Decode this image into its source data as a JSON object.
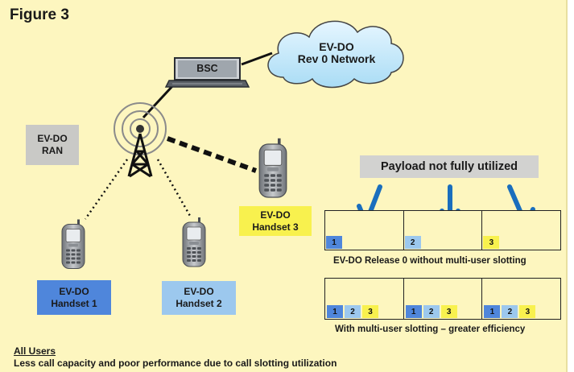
{
  "figure_title": "Figure 3",
  "network": {
    "line1": "EV-DO",
    "line2": "Rev 0 Network"
  },
  "bsc_label": "BSC",
  "ran": {
    "line1": "EV-DO",
    "line2": "RAN"
  },
  "handsets": [
    {
      "line1": "EV-DO",
      "line2": "Handset 1",
      "color": "#4f86db"
    },
    {
      "line1": "EV-DO",
      "line2": "Handset 2",
      "color": "#9cc8ee"
    },
    {
      "line1": "EV-DO",
      "line2": "Handset 3",
      "color": "#f8f14e"
    }
  ],
  "payload_label": "Payload not fully utilized",
  "release0": {
    "caption": "EV-DO Release 0 without multi-user slotting",
    "slots": [
      [
        "1"
      ],
      [
        "2"
      ],
      [
        "3"
      ]
    ]
  },
  "multiuser": {
    "caption": "With multi-user slotting – greater efficiency",
    "slots": [
      [
        "1",
        "2",
        "3"
      ],
      [
        "1",
        "2",
        "3"
      ],
      [
        "1",
        "2",
        "3"
      ]
    ]
  },
  "footer": {
    "title": "All Users",
    "text": "Less call capacity and poor performance due to call slotting utilization"
  },
  "colors": {
    "background": "#fdf6bf",
    "cloud": "#bfe4f7",
    "arrow": "#1a6ebd",
    "user1": "#4f86db",
    "user2": "#9cc8ee",
    "user3": "#f8f14e",
    "ran_box": "#c9c9c6",
    "payload_box": "#d2d2d0"
  }
}
